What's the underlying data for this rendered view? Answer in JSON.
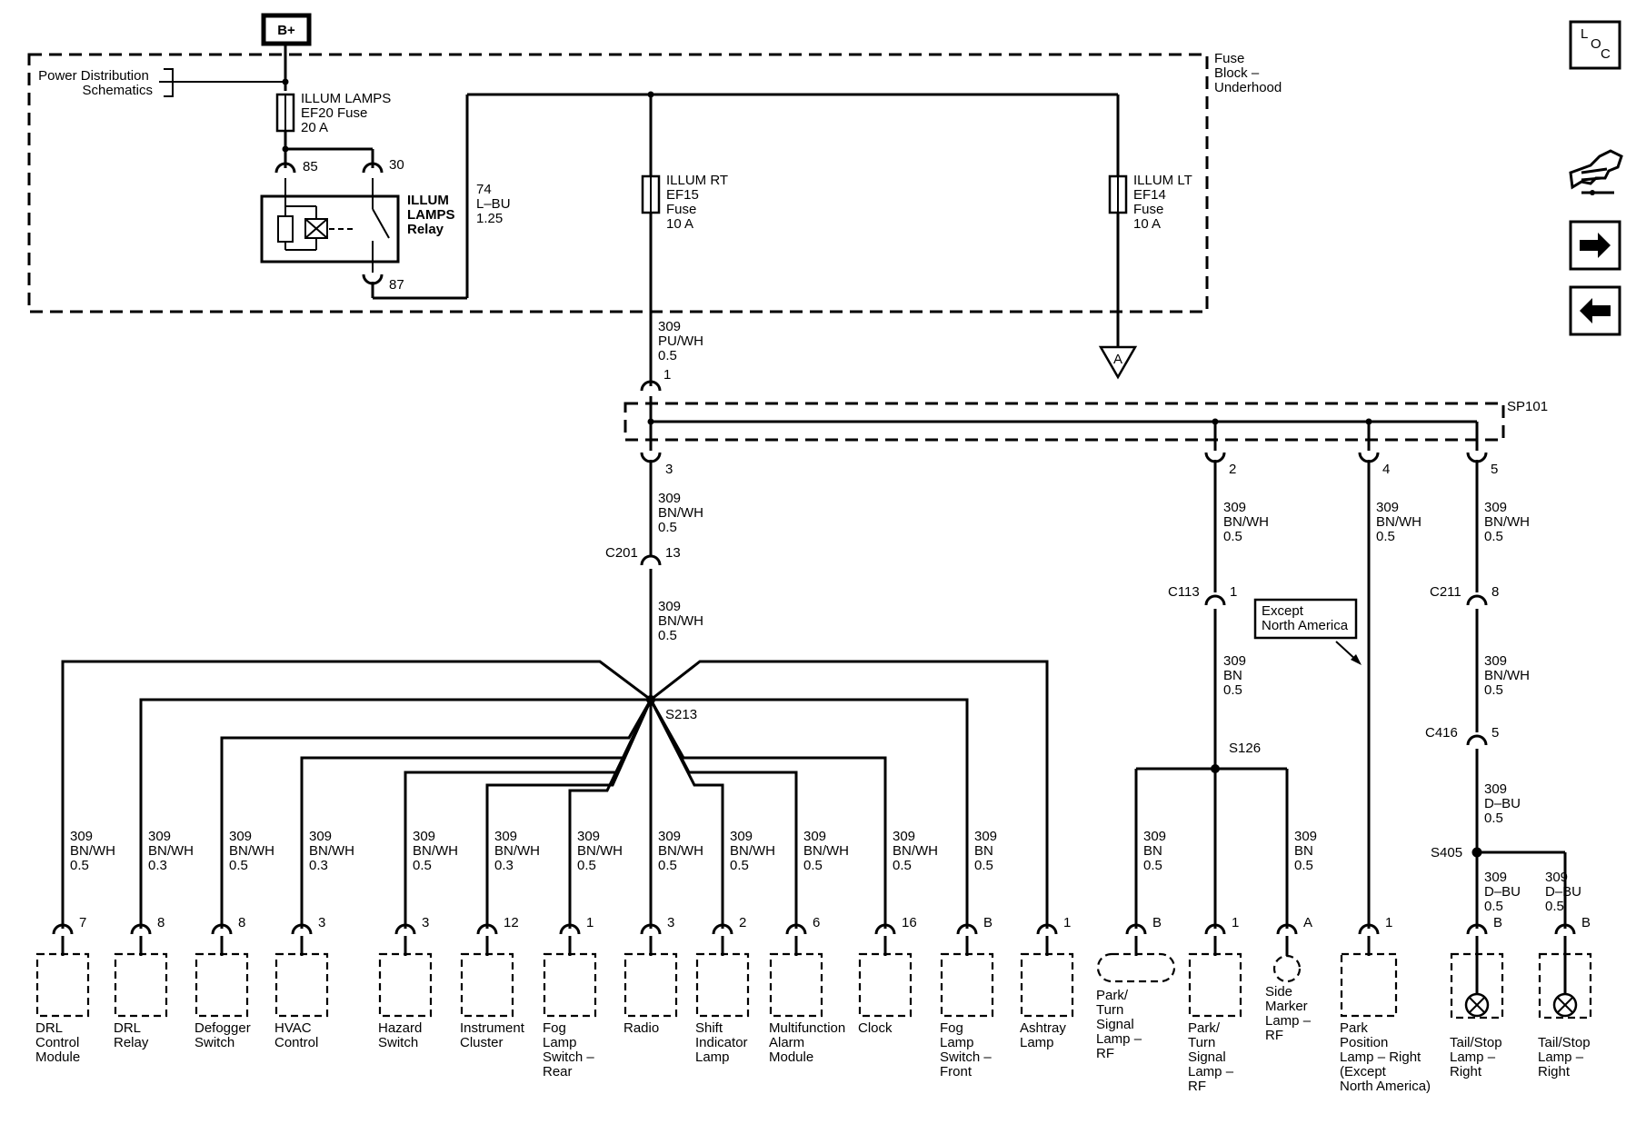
{
  "battery": "B+",
  "power_distribution": [
    "Power Distribution",
    "Schematics"
  ],
  "fuse_block": [
    "Fuse",
    "Block –",
    "Underhood"
  ],
  "ef20": [
    "ILLUM LAMPS",
    "EF20 Fuse",
    "20 A"
  ],
  "relay": [
    "ILLUM",
    "LAMPS",
    "Relay"
  ],
  "relay_pins": {
    "p85": "85",
    "p30": "30",
    "p87": "87"
  },
  "wire74": [
    "74",
    "L–BU",
    "1.25"
  ],
  "ef15": [
    "ILLUM RT",
    "EF15",
    "Fuse",
    "10 A"
  ],
  "ef14": [
    "ILLUM LT",
    "EF14",
    "Fuse",
    "10 A"
  ],
  "offpage": "A",
  "wire_pu": [
    "309",
    "PU/WH",
    "0.5"
  ],
  "sp101": "SP101",
  "sp_pins": {
    "in": "1",
    "p3": "3",
    "p2": "2",
    "p4": "4",
    "p5": "5"
  },
  "wire_bnwh": [
    "309",
    "BN/WH",
    "0.5"
  ],
  "c201": {
    "name": "C201",
    "pin": "13"
  },
  "c113": {
    "name": "C113",
    "pin": "1"
  },
  "c211": {
    "name": "C211",
    "pin": "8"
  },
  "c416": {
    "name": "C416",
    "pin": "5"
  },
  "wire_bn": [
    "309",
    "BN",
    "0.5"
  ],
  "wire_dbu": [
    "309",
    "D–BU",
    "0.5"
  ],
  "s213": "S213",
  "s126": "S126",
  "s405": "S405",
  "except_note": [
    "Except",
    "North America"
  ],
  "loc_icon": [
    "L",
    "O",
    "C"
  ],
  "branches": [
    {
      "wire": [
        "309",
        "BN/WH",
        "0.5"
      ],
      "pin": "7",
      "label": [
        "DRL",
        "Control",
        "Module"
      ]
    },
    {
      "wire": [
        "309",
        "BN/WH",
        "0.3"
      ],
      "pin": "8",
      "label": [
        "DRL",
        "Relay"
      ]
    },
    {
      "wire": [
        "309",
        "BN/WH",
        "0.5"
      ],
      "pin": "8",
      "label": [
        "Defogger",
        "Switch"
      ]
    },
    {
      "wire": [
        "309",
        "BN/WH",
        "0.3"
      ],
      "pin": "3",
      "label": [
        "HVAC",
        "Control"
      ]
    },
    {
      "wire": [
        "309",
        "BN/WH",
        "0.5"
      ],
      "pin": "3",
      "label": [
        "Hazard",
        "Switch"
      ]
    },
    {
      "wire": [
        "309",
        "BN/WH",
        "0.3"
      ],
      "pin": "12",
      "label": [
        "Instrument",
        "Cluster"
      ]
    },
    {
      "wire": [
        "309",
        "BN/WH",
        "0.5"
      ],
      "pin": "1",
      "label": [
        "Fog",
        "Lamp",
        "Switch –",
        "Rear"
      ]
    },
    {
      "wire": [
        "309",
        "BN/WH",
        "0.5"
      ],
      "pin": "3",
      "label": [
        "Radio"
      ]
    },
    {
      "wire": [
        "309",
        "BN/WH",
        "0.5"
      ],
      "pin": "2",
      "label": [
        "Shift",
        "Indicator",
        "Lamp"
      ]
    },
    {
      "wire": [
        "309",
        "BN/WH",
        "0.5"
      ],
      "pin": "6",
      "label": [
        "Multifunction",
        "Alarm",
        "Module"
      ]
    },
    {
      "wire": [
        "309",
        "BN/WH",
        "0.5"
      ],
      "pin": "16",
      "label": [
        "Clock"
      ]
    },
    {
      "wire": [
        "309",
        "BN",
        "0.5"
      ],
      "pin": "B",
      "label": [
        "Fog",
        "Lamp",
        "Switch –",
        "Front"
      ]
    },
    {
      "wire": [],
      "pin": "1",
      "label": [
        "Ashtray",
        "Lamp"
      ]
    }
  ],
  "s126_branches": [
    {
      "wire": [
        "309",
        "BN",
        "0.5"
      ],
      "pin": "B",
      "label": [
        "Park/",
        "Turn",
        "Signal",
        "Lamp –",
        "RF"
      ]
    },
    {
      "wire": [],
      "pin": "1",
      "label": [
        "Park/",
        "Turn",
        "Signal",
        "Lamp –",
        "RF"
      ]
    },
    {
      "wire": [
        "309",
        "BN",
        "0.5"
      ],
      "pin": "A",
      "label": [
        "Side",
        "Marker",
        "Lamp –",
        "RF"
      ]
    }
  ],
  "park_position": {
    "pin": "1",
    "label": [
      "Park",
      "Position",
      "Lamp – Right",
      "(Except",
      "North America)"
    ]
  },
  "tail_lamps": [
    {
      "wire": [
        "309",
        "D–BU",
        "0.5"
      ],
      "pin": "B",
      "label": [
        "Tail/Stop",
        "Lamp –",
        "Right"
      ]
    },
    {
      "wire": [
        "309",
        "D–BU",
        "0.5"
      ],
      "pin": "B",
      "label": [
        "Tail/Stop",
        "Lamp –",
        "Right"
      ]
    }
  ]
}
